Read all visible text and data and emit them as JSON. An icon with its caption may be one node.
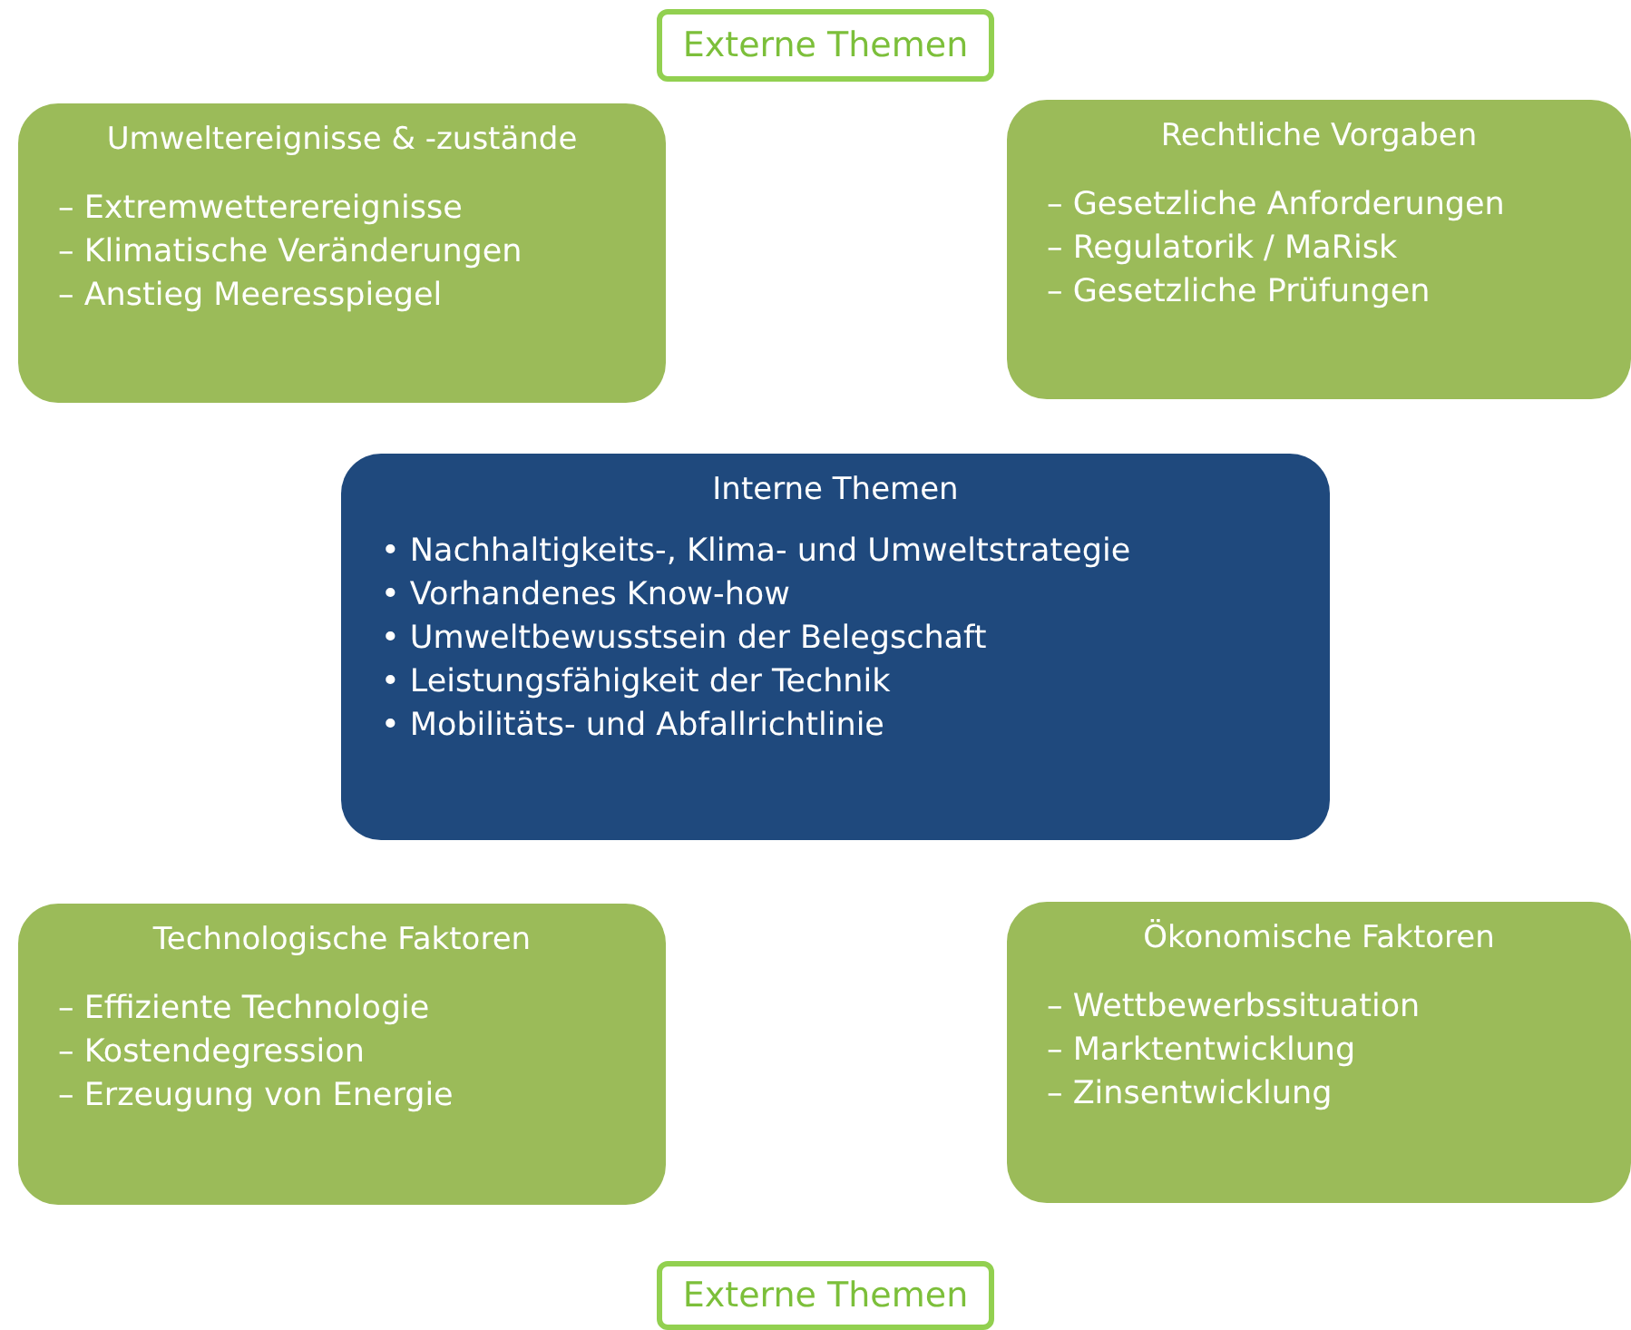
{
  "diagram": {
    "nodes": [
      {
        "text": [
          "Externe Themen"
        ]
      },
      {
        "text": [
          "Umweltereignisse & -zustände",
          "– Extremwetterereignisse",
          "– Klimatische Veränderungen",
          "– Anstieg Meeresspiegel"
        ]
      },
      {
        "text": [
          "Rechtliche Vorgaben",
          "– Gesetzliche Anforderungen",
          "– Regulatorik / MaRisk",
          "– Gesetzliche Prüfungen"
        ]
      },
      {
        "text": [
          "Interne Themen",
          "• Nachhaltigkeits-, Klima- und Umweltstrategie",
          "• Vorhandenes Know-how",
          "• Umweltbewusstsein der Belegschaft",
          "• Leistungsfähigkeit der Technik",
          "• Mobilitäts- und Abfallrichtlinie"
        ]
      },
      {
        "text": [
          "Technologische Faktoren",
          "– Effiziente Technologie",
          "– Kostendegression",
          "– Erzeugung von Energie"
        ]
      },
      {
        "text": [
          "Ökonomische Faktoren",
          "– Wettbewerbssituation",
          "– Marktentwicklung",
          "– Zinsentwicklung"
        ]
      },
      {
        "text": [
          "Externe Themen"
        ]
      }
    ]
  }
}
